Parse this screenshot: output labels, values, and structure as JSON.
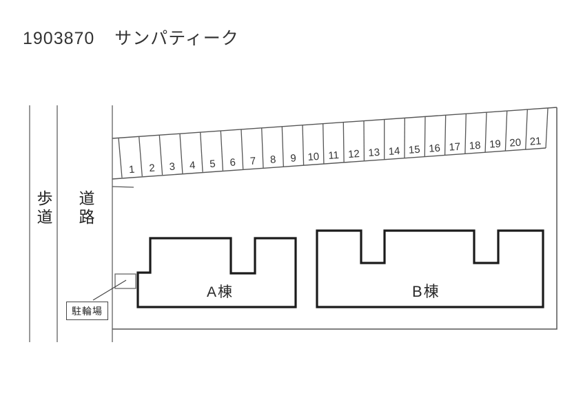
{
  "title": {
    "id": "1903870",
    "name": "サンパティーク"
  },
  "streets": {
    "sidewalk": "歩道",
    "road": "道路"
  },
  "buildings": [
    {
      "label": "A棟"
    },
    {
      "label": "B棟"
    }
  ],
  "bicycle_parking": {
    "label": "駐輪場"
  },
  "parking": {
    "space_numbers": [
      "1",
      "2",
      "3",
      "4",
      "5",
      "6",
      "7",
      "8",
      "9",
      "10",
      "11",
      "12",
      "13",
      "14",
      "15",
      "16",
      "17",
      "18",
      "19",
      "20",
      "21"
    ]
  },
  "colors": {
    "background": "#ffffff",
    "thin_line": "#555555",
    "road_line": "#777777",
    "building_line": "#1b1b1b",
    "text": "#2e2e2e"
  }
}
